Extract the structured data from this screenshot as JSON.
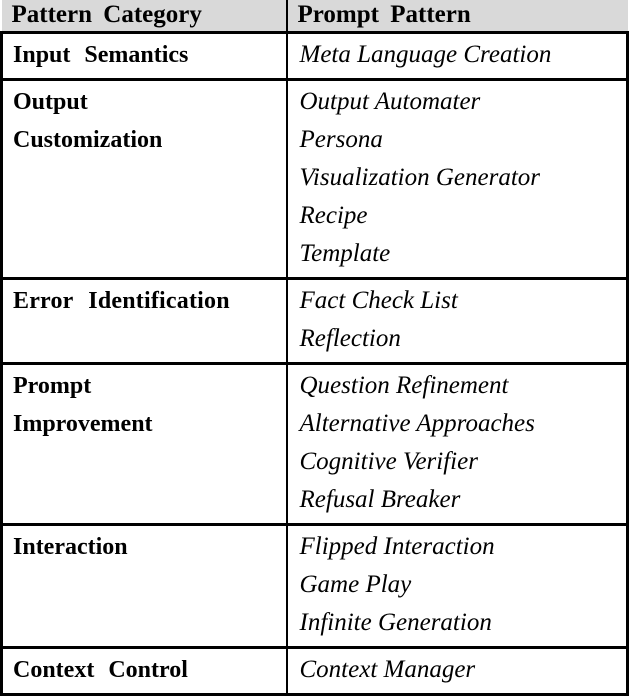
{
  "table": {
    "name": "prompt-pattern-catalog",
    "header": {
      "category": "Pattern Category",
      "pattern": "Prompt Pattern"
    },
    "header_background": "#d9d9d9",
    "border_color": "#000000",
    "rows": [
      {
        "category_lines": [
          "Input Semantics"
        ],
        "category_style": "spaced",
        "patterns": [
          "Meta Language Creation"
        ]
      },
      {
        "category_lines": [
          "Output",
          "Customization"
        ],
        "category_style": "plain",
        "patterns": [
          "Output Automater",
          "Persona",
          "Visualization Generator",
          "Recipe",
          "Template"
        ]
      },
      {
        "category_lines": [
          "Error Identification"
        ],
        "category_style": "stretch",
        "patterns": [
          "Fact Check List",
          "Reflection"
        ]
      },
      {
        "category_lines": [
          "Prompt",
          "Improvement"
        ],
        "category_style": "plain",
        "patterns": [
          "Question Refinement",
          "Alternative Approaches",
          "Cognitive Verifier",
          "Refusal Breaker"
        ]
      },
      {
        "category_lines": [
          "Interaction"
        ],
        "category_style": "plain",
        "patterns": [
          "Flipped Interaction",
          "Game Play",
          "Infinite Generation"
        ]
      },
      {
        "category_lines": [
          "Context Control"
        ],
        "category_style": "spaced",
        "patterns": [
          "Context Manager"
        ]
      }
    ]
  }
}
